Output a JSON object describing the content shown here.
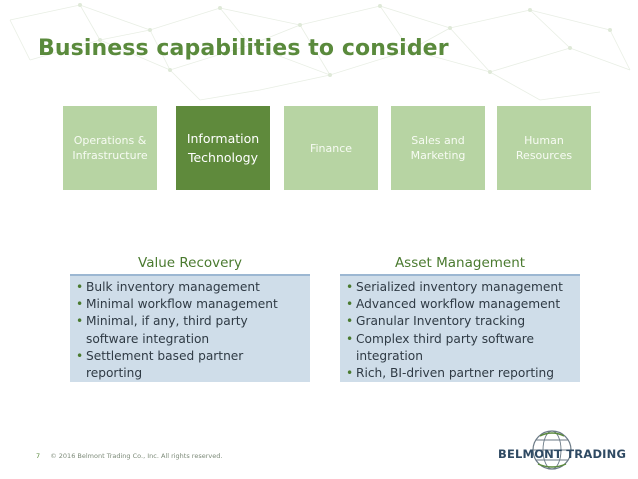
{
  "slide": {
    "title": "Business capabilities to consider"
  },
  "tabs": [
    {
      "label": "Operations &\nInfrastructure",
      "active": false
    },
    {
      "label": "Information\nTechnology",
      "active": true
    },
    {
      "label": "Finance",
      "active": false
    },
    {
      "label": "Sales and\nMarketing",
      "active": false
    },
    {
      "label": "Human\nResources",
      "active": false
    }
  ],
  "value_recovery": {
    "heading": "Value Recovery",
    "items": [
      "Bulk inventory management",
      "Minimal workflow management",
      "Minimal, if any, third party",
      "software integration",
      "Settlement based partner",
      "reporting"
    ]
  },
  "asset_management": {
    "heading": "Asset Management",
    "items": [
      "Serialized inventory management",
      "Advanced workflow management",
      "Granular Inventory tracking",
      "Complex third party software",
      "integration",
      "Rich, BI-driven partner reporting"
    ]
  },
  "footer": {
    "page_number": "7",
    "copyright": "© 2016 Belmont Trading Co., Inc. All rights reserved."
  },
  "logo": {
    "text": "BELMONT TRADING"
  },
  "colors": {
    "accent_green": "#5a8a3c",
    "tab_light": "#b7d4a3",
    "tab_active": "#5f8a3c",
    "panel_blue": "#cfdde9"
  }
}
